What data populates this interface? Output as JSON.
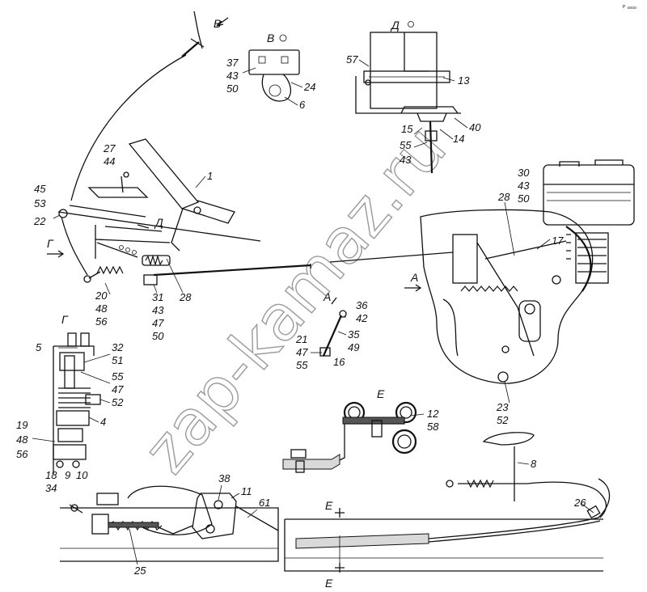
{
  "watermark": "zap-kamaz.ru",
  "corner_mark": "ᴾ ∞∞",
  "views": {
    "v": "В",
    "d": "Д",
    "g": "Г",
    "e": "Е",
    "a": "А"
  },
  "labels": {
    "n1": "1",
    "n4": "4",
    "n5": "5",
    "n6": "6",
    "n8": "8",
    "n9": "9",
    "n10": "10",
    "n11": "11",
    "n12": "12",
    "n13": "13",
    "n14": "14",
    "n15": "15",
    "n16": "16",
    "n17": "17",
    "n18": "18",
    "n19": "19",
    "n20": "20",
    "n21": "21",
    "n22": "22",
    "n23": "23",
    "n24": "24",
    "n25": "25",
    "n26": "26",
    "n27": "27",
    "n28a": "28",
    "n28b": "28",
    "n30": "30",
    "n31": "31",
    "n32": "32",
    "n34": "34",
    "n35": "35",
    "n36": "36",
    "n37": "37",
    "n38": "38",
    "n40": "40",
    "n42": "42",
    "n43a": "43",
    "n43b": "43",
    "n43c": "43",
    "n43d": "43",
    "n44": "44",
    "n45": "45",
    "n47a": "47",
    "n47b": "47",
    "n47c": "47",
    "n48a": "48",
    "n48b": "48",
    "n49": "49",
    "n50a": "50",
    "n50b": "50",
    "n50c": "50",
    "n51": "51",
    "n52a": "52",
    "n52b": "52",
    "n53": "53",
    "n55a": "55",
    "n55b": "55",
    "n55c": "55",
    "n56a": "56",
    "n56b": "56",
    "n57": "57",
    "n58": "58",
    "n61": "61"
  }
}
